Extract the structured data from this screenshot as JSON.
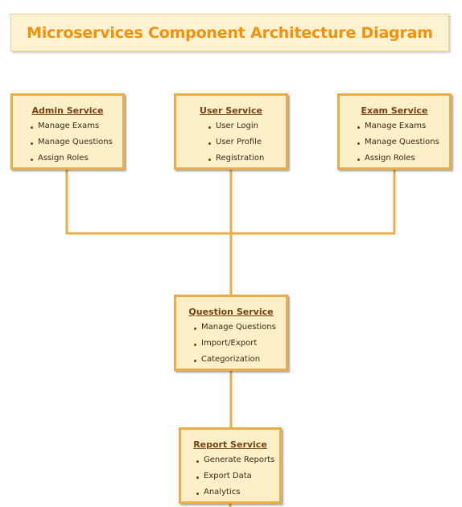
{
  "title": "Microservices Component Architecture Diagram",
  "colors": {
    "title_text": "#f2920b",
    "title_bg": "#fdf3d3",
    "node_bg": "#fdefc7",
    "node_border": "#e9ad48",
    "connector": "#e9ad48",
    "node_title": "#7a3f12"
  },
  "services": {
    "admin": {
      "title": "Admin Service",
      "items": [
        "Manage Exams",
        "Manage Questions",
        "Assign Roles"
      ]
    },
    "user": {
      "title": "User Service",
      "items": [
        "User Login",
        "User Profile",
        "Registration"
      ]
    },
    "exam": {
      "title": "Exam Service",
      "items": [
        "Manage Exams",
        "Manage Questions",
        "Assign Roles"
      ]
    },
    "question": {
      "title": "Question Service",
      "items": [
        "Manage Questions",
        "Import/Export",
        "Categorization"
      ]
    },
    "report": {
      "title": "Report Service",
      "items": [
        "Generate Reports",
        "Export Data",
        "Analytics"
      ]
    }
  }
}
